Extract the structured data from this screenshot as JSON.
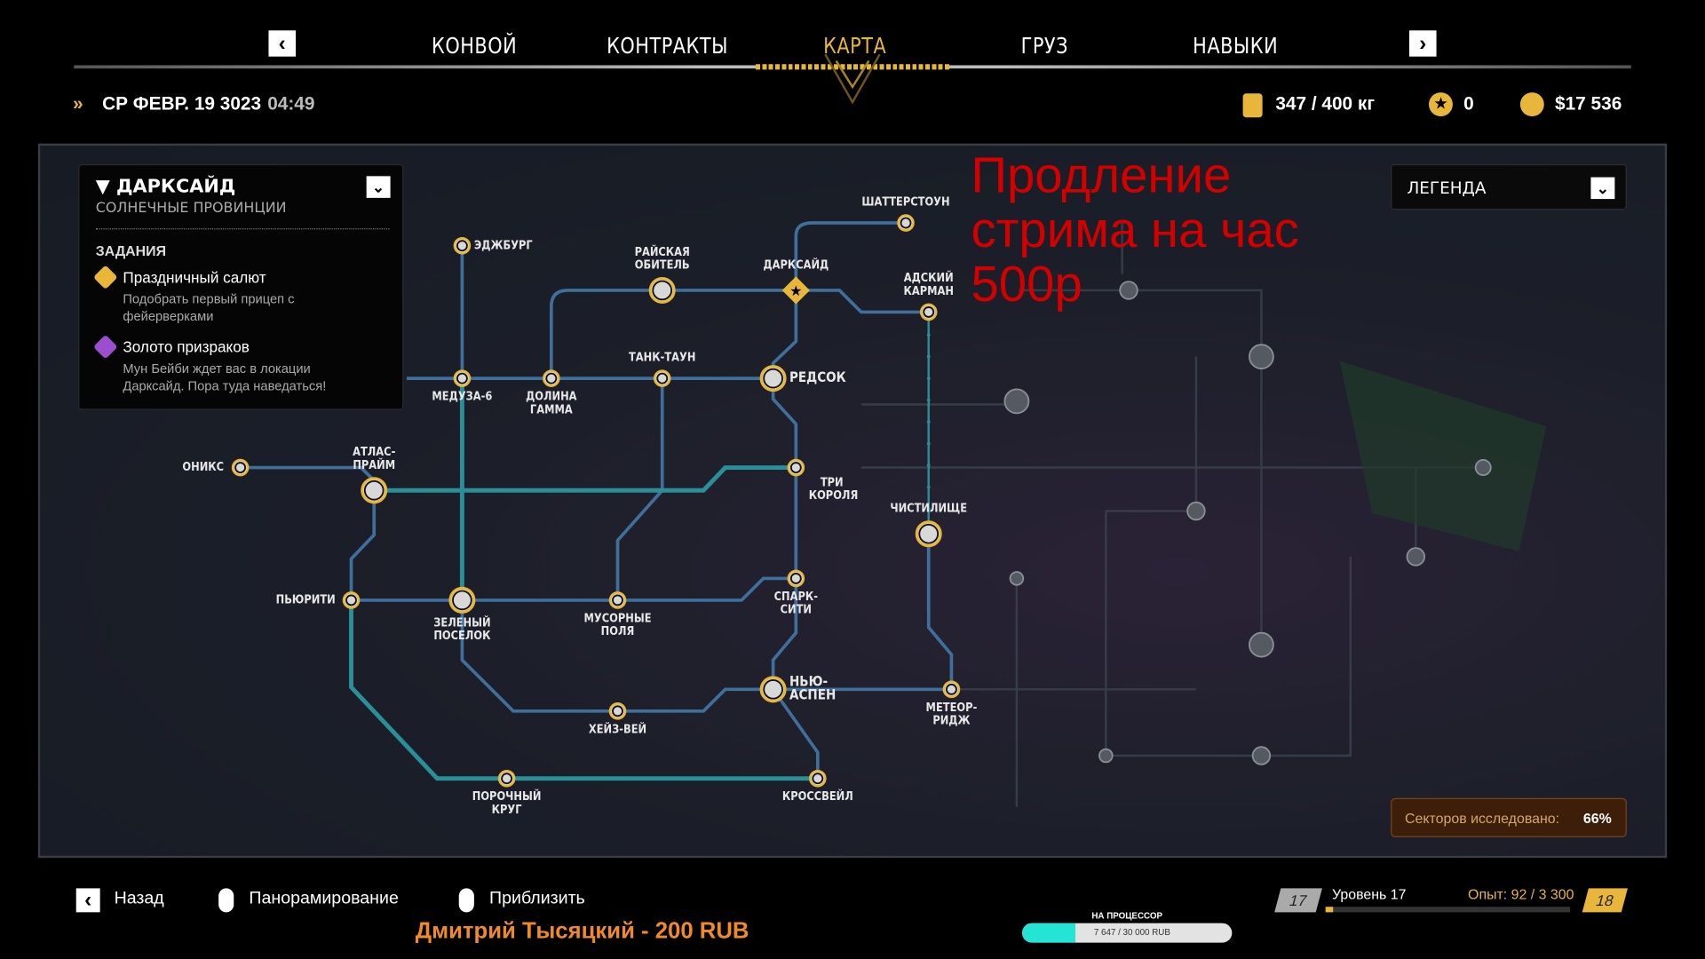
{
  "nav": {
    "tabs": [
      "КОНВОЙ",
      "КОНТРАКТЫ",
      "КАРТА",
      "ГРУЗ",
      "НАВЫКИ"
    ],
    "active_tab": "КАРТА",
    "prev": "‹",
    "next": "›"
  },
  "overlay": {
    "stream_text": "Продление стрима на час 500р",
    "donation_text": "Дмитрий Тысяцкий - 200 RUB"
  },
  "status": {
    "date": "СР ФЕВР. 19 3023",
    "time": "04:49",
    "cargo": "347 / 400 кг",
    "stars": "0",
    "money": "$17 536"
  },
  "region_panel": {
    "title": "ДАРКСАЙД",
    "subtitle": "СОЛНЕЧНЫЕ ПРОВИНЦИИ",
    "tasks_heading": "ЗАДАНИЯ",
    "tasks": [
      {
        "title": "Праздничный салют",
        "desc": "Подобрать первый прицеп с фейерверками",
        "color": "#e8b63a"
      },
      {
        "title": "Золото призраков",
        "desc": "Мун Бейби ждет вас в локации Даркcайд. Пора туда наведаться!",
        "color": "#9b4fd0"
      }
    ]
  },
  "legend": {
    "label": "ЛЕГЕНДА"
  },
  "sectors": {
    "label": "Секторов исследовано:",
    "value": "66%"
  },
  "stations": [
    {
      "name": "ЭДЖБУРГ",
      "big": false
    },
    {
      "name": "РАЙСКАЯ\nОБИТЕЛЬ",
      "big": true
    },
    {
      "name": "ДАРКСАЙД",
      "big": true
    },
    {
      "name": "ШАТТЕРСТОУН",
      "big": false
    },
    {
      "name": "АДСКИЙ\nКАРМАН",
      "big": false
    },
    {
      "name": "МЕДУЗА-6",
      "big": false
    },
    {
      "name": "ДОЛИНА\nГАММА",
      "big": false
    },
    {
      "name": "ТАНК-ТАУН",
      "big": false
    },
    {
      "name": "РЕДСОК",
      "big": true
    },
    {
      "name": "ОНИКС",
      "big": false
    },
    {
      "name": "АТЛАС-\nПРАЙМ",
      "big": true
    },
    {
      "name": "ТРИ\nКОРОЛЯ",
      "big": false
    },
    {
      "name": "ЧИСТИЛИЩЕ",
      "big": true
    },
    {
      "name": "ПЬЮРИТИ",
      "big": false
    },
    {
      "name": "ЗЕЛЕНЫЙ\nПОСЕЛОК",
      "big": true
    },
    {
      "name": "МУСОРНЫЕ\nПОЛЯ",
      "big": false
    },
    {
      "name": "СПАРК-\nСИТИ",
      "big": false
    },
    {
      "name": "НЬЮ-\nАСПЕН",
      "big": true
    },
    {
      "name": "МЕТЕОР-\nРИДЖ",
      "big": false
    },
    {
      "name": "ХЕЙЗ-ВЕЙ",
      "big": false
    },
    {
      "name": "ПОРОЧНЫЙ\nКРУГ",
      "big": false
    },
    {
      "name": "КРОССВЕЙЛ",
      "big": false
    }
  ],
  "bottom": {
    "back": "Назад",
    "pan": "Панорамирование",
    "zoom": "Приблизить"
  },
  "goal": {
    "label": "НА ПРОЦЕССОР",
    "text": "7 647 / 30 000 RUB",
    "progress": 0.255
  },
  "level": {
    "current": "17",
    "label": "Уровень 17",
    "xp": "Опыт: 92 / 3 300",
    "next": "18",
    "progress": 0.03
  },
  "colors": {
    "accent": "#e8b63a",
    "route": "#3f6f9a",
    "teal": "#2a8f98"
  }
}
